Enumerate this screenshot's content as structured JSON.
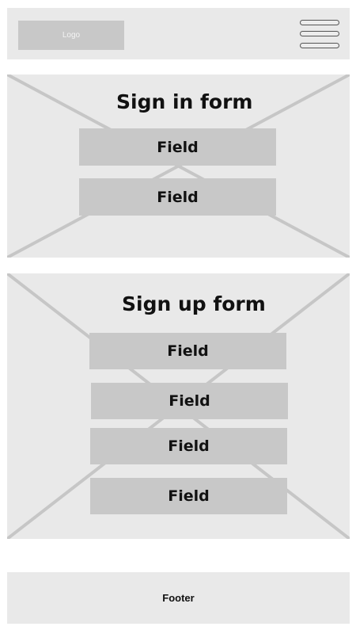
{
  "header": {
    "logo_text": "Logo",
    "menu_icon": "hamburger-menu-icon"
  },
  "signin": {
    "title": "Sign in form",
    "fields": [
      "Field",
      "Field"
    ]
  },
  "signup": {
    "title": "Sign up form",
    "fields": [
      "Field",
      "Field",
      "Field",
      "Field"
    ]
  },
  "footer": {
    "text": "Footer"
  },
  "colors": {
    "panel": "#e9e9e9",
    "block": "#c8c8c8",
    "cross_lines": "#c6c6c6"
  }
}
